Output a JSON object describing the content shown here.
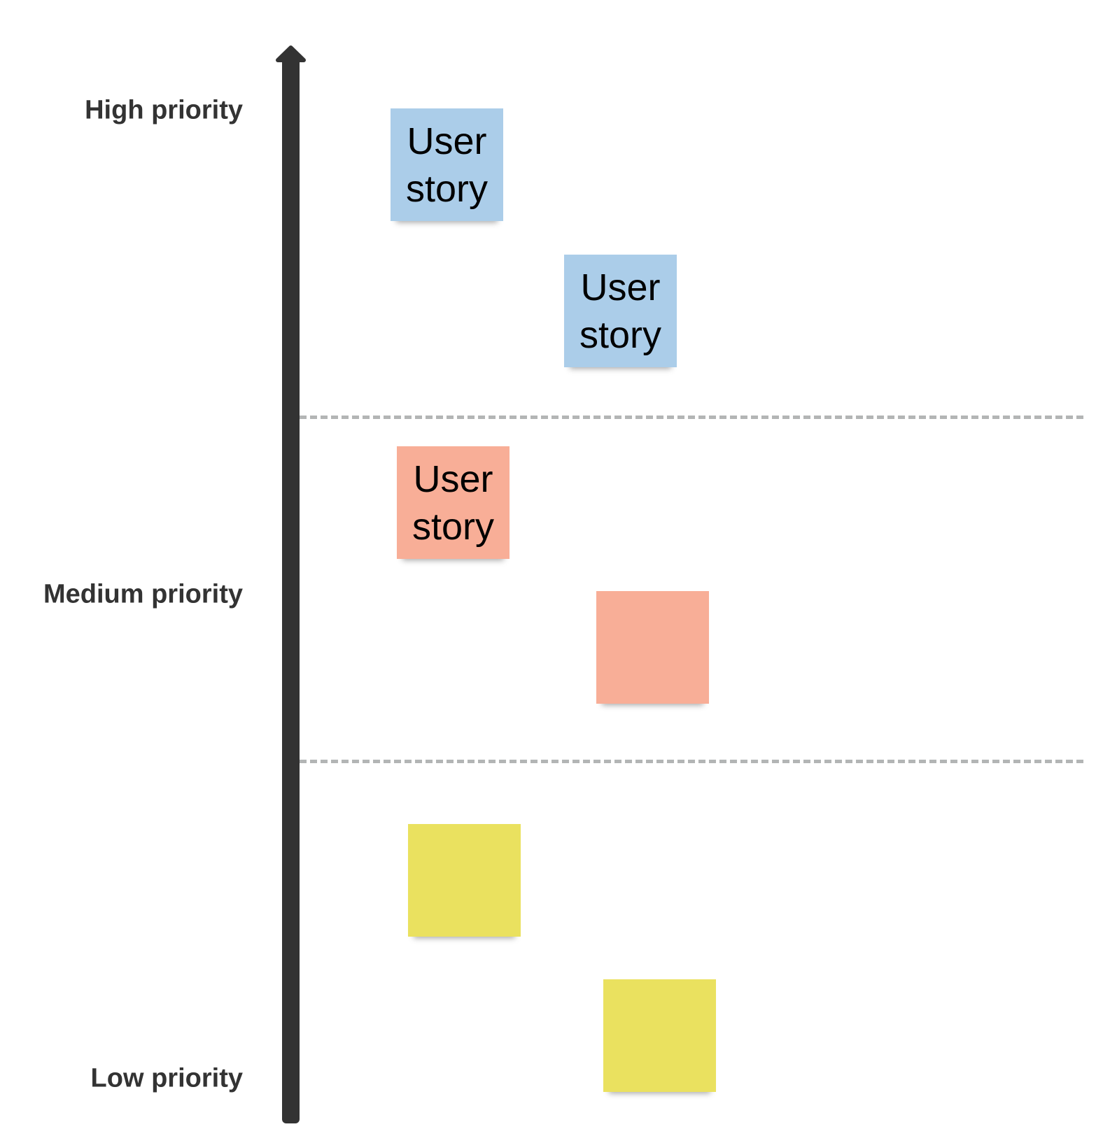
{
  "axis": {
    "direction": "up",
    "color": "#333333"
  },
  "labels": {
    "high": "High priority",
    "medium": "Medium priority",
    "low": "Low priority"
  },
  "colors": {
    "high": "#abcde9",
    "medium": "#f8ae97",
    "low": "#eae15f",
    "divider": "#b3b5b5"
  },
  "notes": [
    {
      "priority": "high",
      "text": "User story"
    },
    {
      "priority": "high",
      "text": "User story"
    },
    {
      "priority": "medium",
      "text": "User story"
    },
    {
      "priority": "medium",
      "text": ""
    },
    {
      "priority": "low",
      "text": ""
    },
    {
      "priority": "low",
      "text": ""
    }
  ]
}
